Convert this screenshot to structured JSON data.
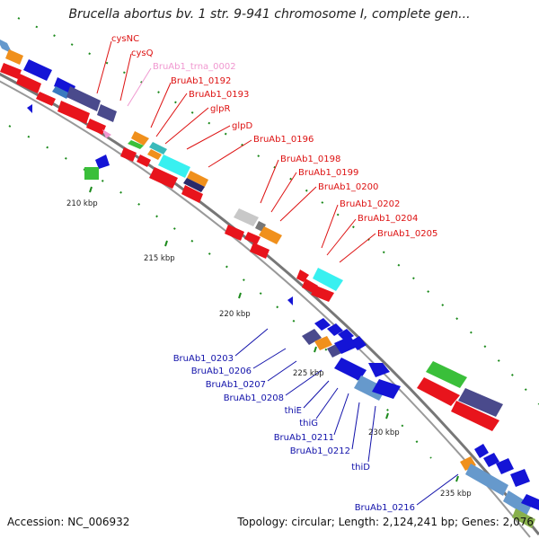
{
  "title": "Brucella abortus bv. 1 str. 9-941 chromosome I, complete gen...",
  "footer": {
    "accession": "Accession: NC_006932",
    "topology": "Topology: circular; Length: 2,124,241 bp; Genes: 2,076"
  },
  "colors": {
    "forward_cds": "#e8141c",
    "reverse_cds": "#1414d6",
    "forward_label": "#dd1111",
    "reverse_label": "#1111aa",
    "trna": "#f098d0",
    "backbone": "#777777",
    "tick": "#1c8a1c"
  },
  "scale_labels": [
    "210 kbp",
    "215 kbp",
    "220 kbp",
    "225 kbp",
    "230 kbp",
    "235 kbp"
  ],
  "forward_genes": [
    "cysNC",
    "cysQ",
    "BruAb1_trna_0002",
    "BruAb1_0192",
    "BruAb1_0193",
    "glpR",
    "glpD",
    "BruAb1_0196",
    "BruAb1_0198",
    "BruAb1_0199",
    "BruAb1_0200",
    "BruAb1_0202",
    "BruAb1_0204",
    "BruAb1_0205"
  ],
  "reverse_genes": [
    "BruAb1_0203",
    "BruAb1_0206",
    "BruAb1_0207",
    "BruAb1_0208",
    "thiE",
    "thiG",
    "BruAb1_0211",
    "BruAb1_0212",
    "thiD",
    "BruAb1_0216"
  ]
}
